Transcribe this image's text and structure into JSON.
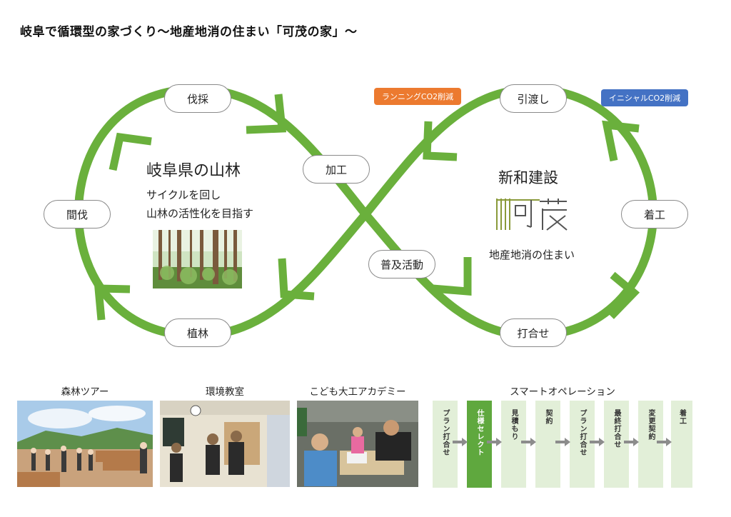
{
  "title": "岐阜で循環型の家づくり～地産地消の住まい「可茂の家」～",
  "colors": {
    "loop": "#6ab03c",
    "running_badge": "#ec7a2f",
    "initial_badge": "#4472c4",
    "step_bg": "#e2efd8",
    "step_active": "#5fa83e"
  },
  "nodes": {
    "bassai": "伐採",
    "kakou": "加工",
    "kanbatsu": "間伐",
    "shokurin": "植林",
    "fukyu": "普及活動",
    "hikiwatashi": "引渡し",
    "chakko": "着工",
    "uchiawase": "打合せ"
  },
  "badges": {
    "running": "ランニングCO2削減",
    "initial": "イニシャルCO2削減"
  },
  "forest": {
    "title": "岐阜県の山林",
    "line1": "サイクルを回し",
    "line2": "山林の活性化を目指す"
  },
  "company": {
    "name": "新和建設",
    "logo_text": "可茂",
    "tagline": "地産地消の住まい"
  },
  "gallery": {
    "tour": "森林ツアー",
    "classroom": "環境教室",
    "academy": "こども大工アカデミー",
    "smart": "スマートオペレーション"
  },
  "steps": [
    {
      "label": "プラン打合せ",
      "active": false
    },
    {
      "label": "仕様セレクト",
      "active": true
    },
    {
      "label": "見積もり",
      "active": false
    },
    {
      "label": "契約",
      "active": false
    },
    {
      "label": "プラン打合せ",
      "active": false
    },
    {
      "label": "最終打合せ",
      "active": false
    },
    {
      "label": "変更契約",
      "active": false
    },
    {
      "label": "着工",
      "active": false
    }
  ]
}
